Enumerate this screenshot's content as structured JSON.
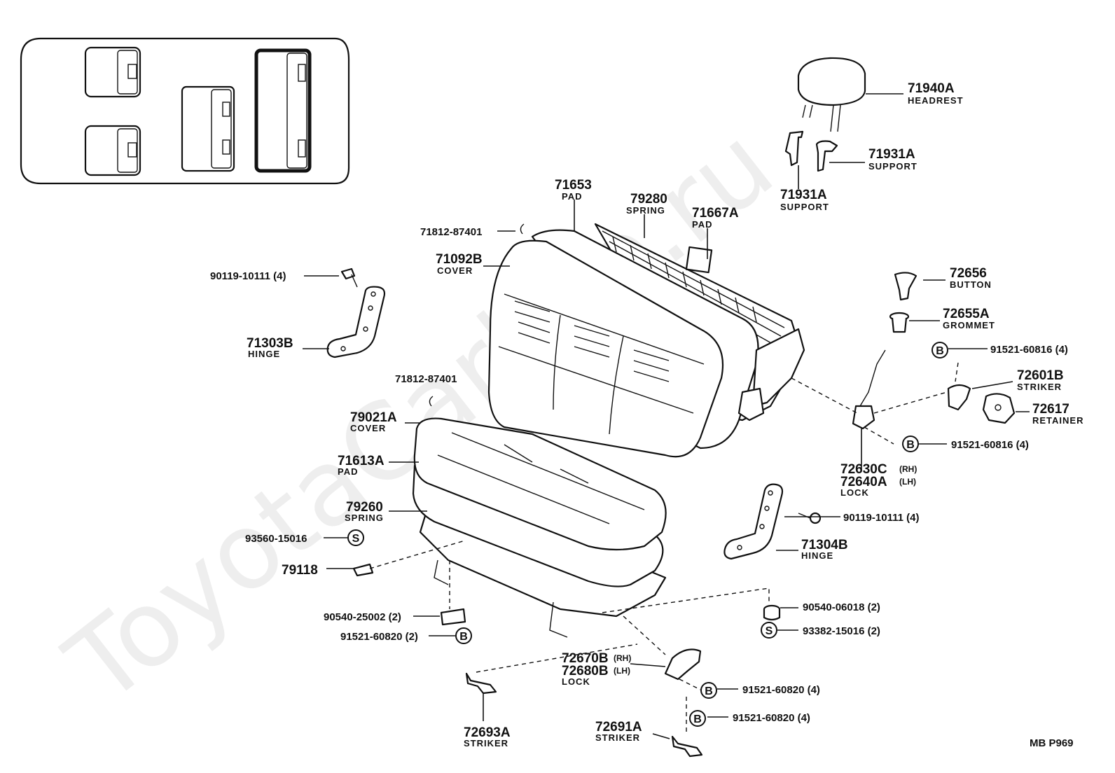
{
  "watermark": "ToyotaCarline.ru",
  "diagram_code": "MB  P969",
  "markers": {
    "bolt": "B",
    "screw": "S"
  },
  "callouts": {
    "headrest": {
      "part": "71940A",
      "name": "HEADREST"
    },
    "support_a": {
      "part": "71931A",
      "name": "SUPPORT"
    },
    "support_b": {
      "part": "71931A",
      "name": "SUPPORT"
    },
    "back_pad": {
      "part": "71653",
      "name": "PAD"
    },
    "back_spring": {
      "part": "79280",
      "name": "SPRING"
    },
    "back_pad_a": {
      "part": "71667A",
      "name": "PAD"
    },
    "hog_ring_top": {
      "part": "71812-87401"
    },
    "back_cover": {
      "part": "71092B",
      "name": "COVER"
    },
    "bolt_left": {
      "part": "90119-10111 (4)"
    },
    "hinge_left": {
      "part": "71303B",
      "name": "HINGE"
    },
    "button": {
      "part": "72656",
      "name": "BUTTON"
    },
    "grommet": {
      "part": "72655A",
      "name": "GROMMET"
    },
    "bolt_b_top": {
      "part": "91521-60816 (4)"
    },
    "striker_right": {
      "part": "72601B",
      "name": "STRIKER"
    },
    "retainer": {
      "part": "72617",
      "name": "RETAINER"
    },
    "bolt_b_mid": {
      "part": "91521-60816 (4)"
    },
    "lock_back": {
      "part_rh": "72630C",
      "rh": "(RH)",
      "part_lh": "72640A",
      "lh": "(LH)",
      "name": "LOCK"
    },
    "hog_ring_mid": {
      "part": "71812-87401"
    },
    "cushion_cover": {
      "part": "79021A",
      "name": "COVER"
    },
    "cushion_pad": {
      "part": "71613A",
      "name": "PAD"
    },
    "cushion_spring": {
      "part": "79260",
      "name": "SPRING"
    },
    "screw_left": {
      "part": "93560-15016"
    },
    "clip": {
      "part": "79118"
    },
    "bolt_right": {
      "part": "90119-10111 (4)"
    },
    "hinge_right": {
      "part": "71304B",
      "name": "HINGE"
    },
    "cushion_left": {
      "part": "90540-25002 (2)"
    },
    "bolt_b_left": {
      "part": "91521-60820 (2)"
    },
    "cushion_right": {
      "part": "90540-06018 (2)"
    },
    "screw_right": {
      "part": "93382-15016 (2)"
    },
    "lock_cushion": {
      "part_rh": "72670B",
      "rh": "(RH)",
      "part_lh": "72680B",
      "lh": "(LH)",
      "name": "LOCK"
    },
    "striker_left": {
      "part": "72693A",
      "name": "STRIKER"
    },
    "bolt_b_low1": {
      "part": "91521-60820 (4)"
    },
    "bolt_b_low2": {
      "part": "91521-60820 (4)"
    },
    "striker_bottom": {
      "part": "72691A",
      "name": "STRIKER"
    }
  }
}
